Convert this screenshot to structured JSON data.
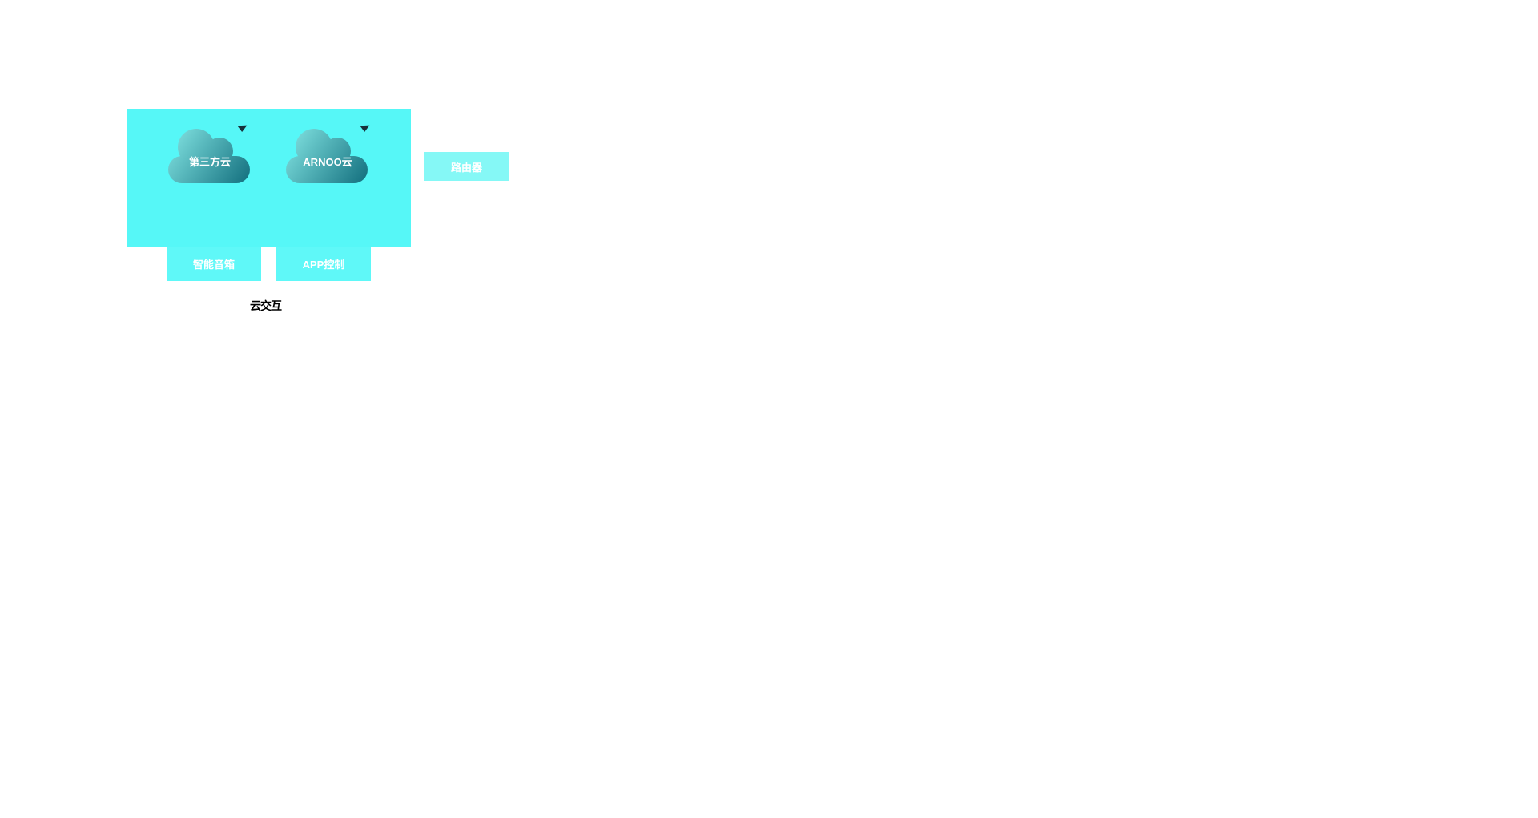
{
  "diagram": {
    "clouds": [
      {
        "label": "第三方云"
      },
      {
        "label": "ARNOO云"
      }
    ],
    "router": {
      "label": "路由器"
    },
    "devices": [
      {
        "label": "智能音箱"
      },
      {
        "label": "APP控制"
      }
    ],
    "caption": {
      "label": "云交互"
    },
    "colors": {
      "panel": "#56F7F7",
      "router_button": "#85F8F6",
      "device_box": "#5FF8F8",
      "cloud_gradient_start": "#8BEDEA",
      "cloud_gradient_end": "#0C6878",
      "label_text": "#FFFFFF",
      "caption_text": "#000000",
      "arrow_mark": "#17313A"
    }
  }
}
